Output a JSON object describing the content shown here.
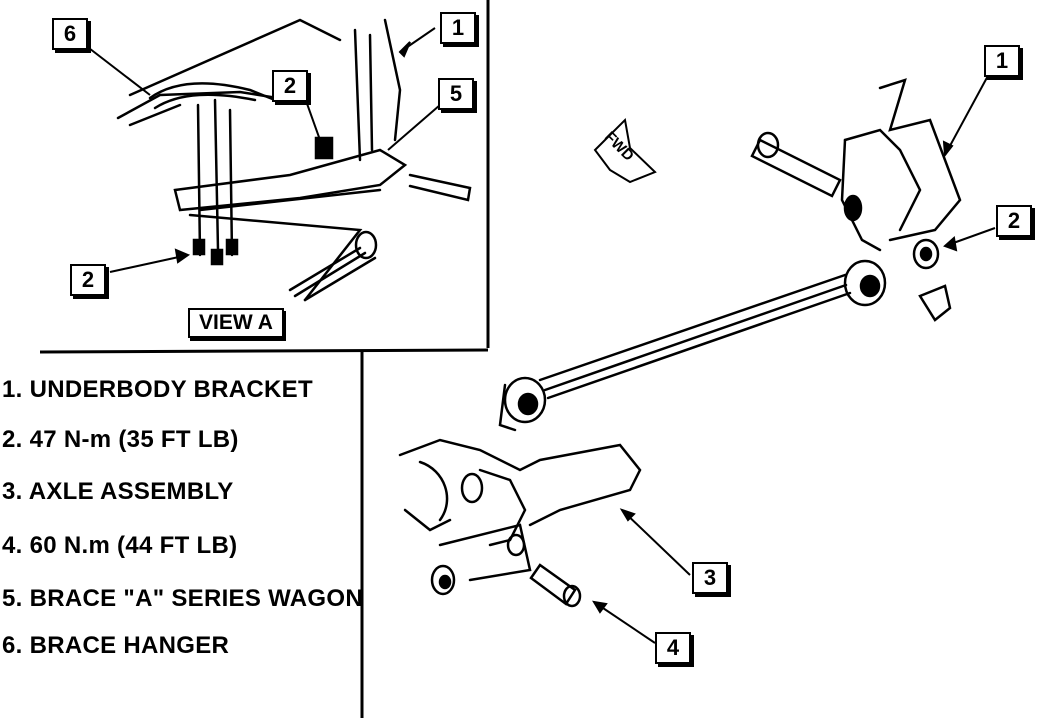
{
  "inset": {
    "label": "VIEW A"
  },
  "direction_label": "FWD",
  "callouts": {
    "inset_6": "6",
    "inset_2_top": "2",
    "inset_1": "1",
    "inset_5": "5",
    "inset_2_bottom": "2",
    "main_1": "1",
    "main_2": "2",
    "main_3": "3",
    "main_4": "4"
  },
  "legend": [
    "1. UNDERBODY BRACKET",
    "2. 47 N-m (35 FT LB)",
    "3. AXLE ASSEMBLY",
    "4. 60 N.m (44 FT LB)",
    "5. BRACE \"A\" SERIES WAGON",
    "6. BRACE HANGER"
  ]
}
